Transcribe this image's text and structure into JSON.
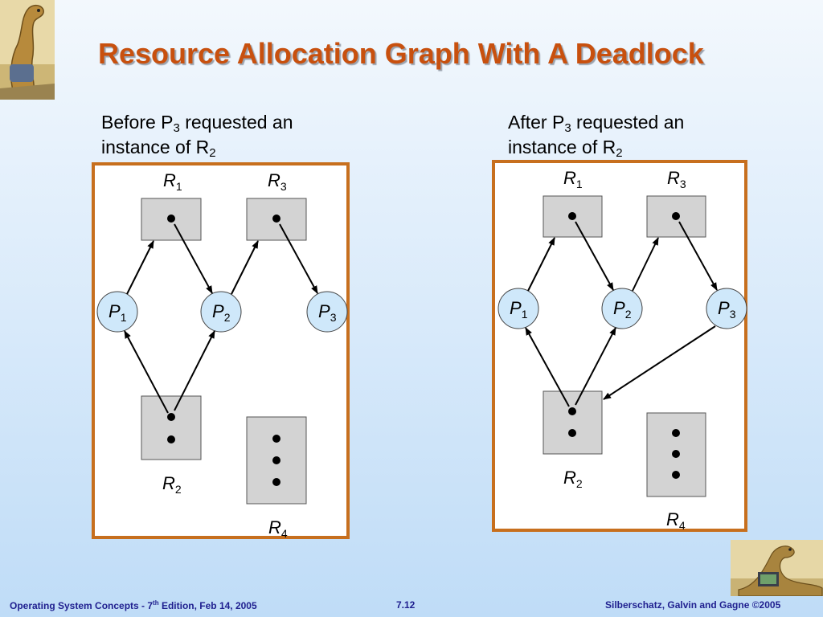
{
  "title": "Resource Allocation Graph With A Deadlock",
  "left_caption": {
    "line1_pre": "Before P",
    "line1_sub": "3",
    "line1_post": " requested an",
    "line2_pre": "instance of R",
    "line2_sub": "2"
  },
  "right_caption": {
    "line1_pre": "After P",
    "line1_sub": "3",
    "line1_post": " requested an",
    "line2_pre": "instance of R",
    "line2_sub": "2"
  },
  "nodes": {
    "R1": {
      "letter": "R",
      "index": "1"
    },
    "R2": {
      "letter": "R",
      "index": "2"
    },
    "R3": {
      "letter": "R",
      "index": "3"
    },
    "R4": {
      "letter": "R",
      "index": "4"
    },
    "P1": {
      "letter": "P",
      "index": "1"
    },
    "P2": {
      "letter": "P",
      "index": "2"
    },
    "P3": {
      "letter": "P",
      "index": "3"
    }
  },
  "footer": {
    "left_pre": "Operating System Concepts - 7",
    "left_sup": "th",
    "left_post": " Edition, Feb 14, 2005",
    "page": "7.12",
    "right": "Silberschatz, Galvin and Gagne ©2005"
  },
  "colors": {
    "title": "#c8500e",
    "panel_border": "#c76f1e",
    "process_fill": "#cfe8fa",
    "resource_fill": "#d3d3d3",
    "footer": "#1f1f8f"
  },
  "icons": {
    "logo_top": "dinosaur-logo",
    "logo_bottom": "dinosaur-laptop-logo"
  }
}
